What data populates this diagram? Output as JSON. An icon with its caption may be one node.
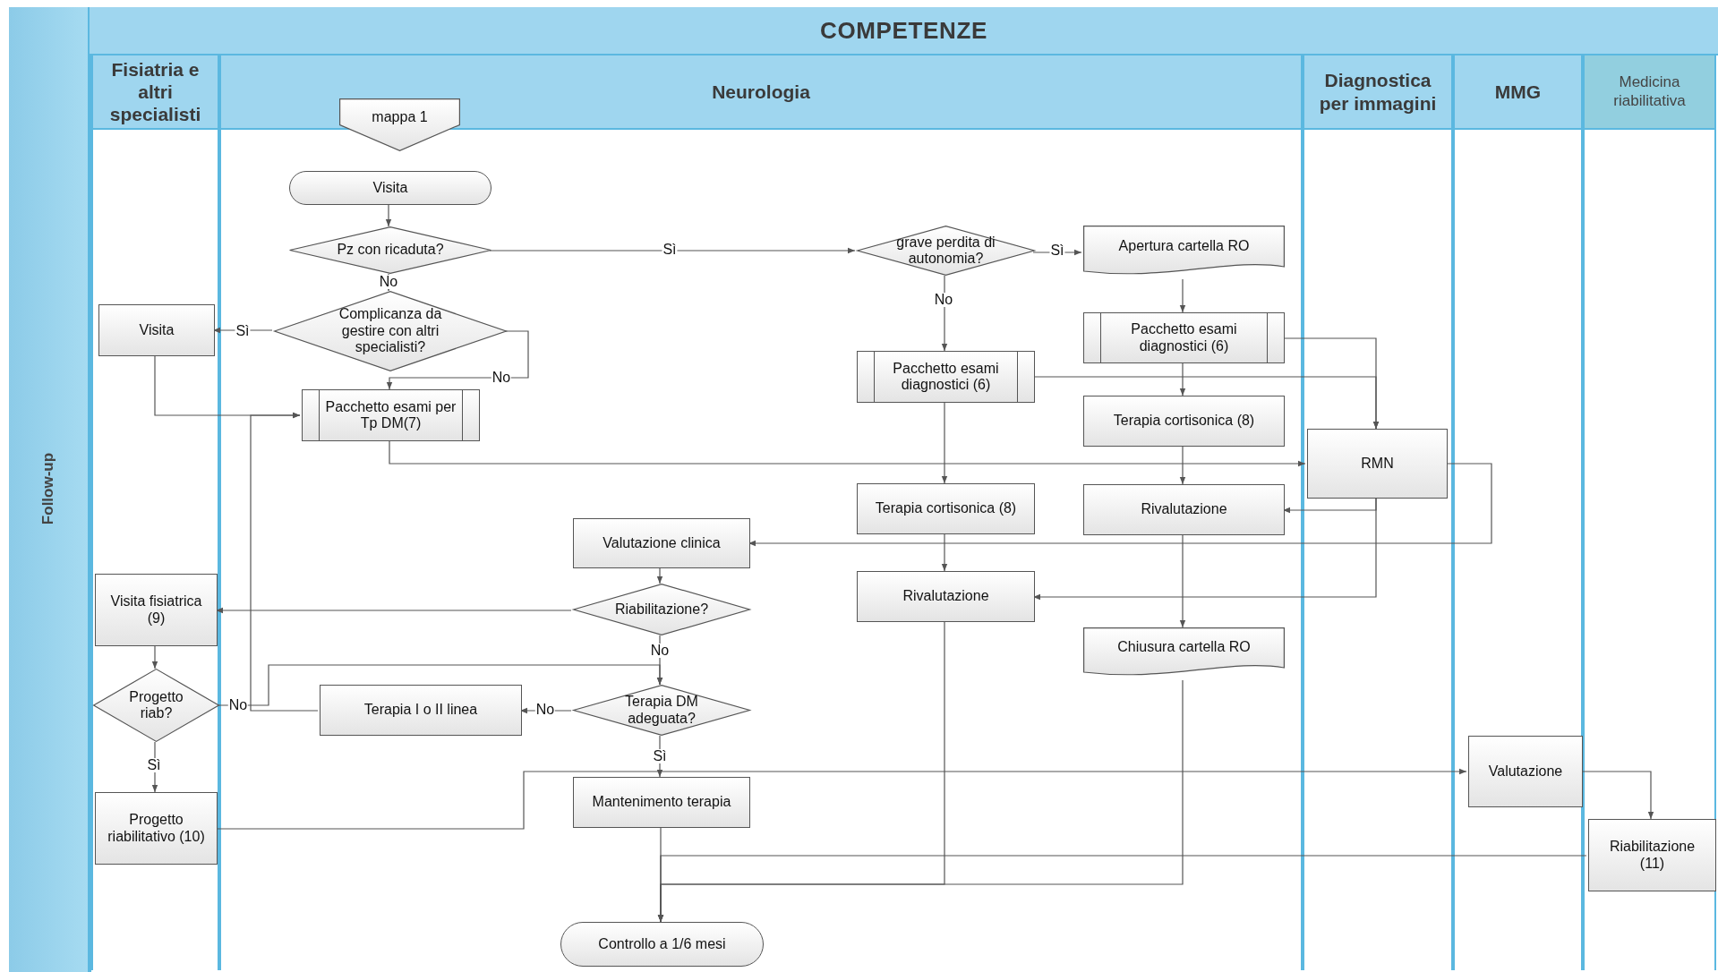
{
  "diagram": {
    "nodes": [
      {
        "text": [
          "Follow-up"
        ]
      },
      {
        "text": [
          "COMPETENZE"
        ],
        "in": 0
      },
      {
        "text": [
          "Fisiatria e altri specialisti"
        ],
        "in": 1
      },
      {
        "text": [
          "Neurologia"
        ],
        "in": 1
      },
      {
        "text": [
          "Diagnostica per immagini"
        ],
        "in": 1
      },
      {
        "text": [
          "MMG"
        ],
        "in": 1
      },
      {
        "text": [
          "Medicina riabilitativa"
        ],
        "in": 1
      },
      {
        "text": [
          "mappa 1"
        ],
        "in": 3
      },
      {
        "text": [
          "Visita"
        ],
        "in": 3
      },
      {
        "text": [
          "Pz con ricaduta?"
        ],
        "in": 3
      },
      {
        "text": [
          "grave perdita di autonomia?"
        ],
        "in": 3
      },
      {
        "text": [
          "Apertura cartella RO"
        ],
        "in": 3
      },
      {
        "text": [
          "Visita"
        ],
        "in": 2
      },
      {
        "text": [
          "Complicanza da gestire con altri specialisti?"
        ],
        "in": 3
      },
      {
        "text": [
          "Pacchetto esami diagnostici (6)"
        ],
        "in": 3
      },
      {
        "text": [
          "Pacchetto esami diagnostici (6)"
        ],
        "in": 3
      },
      {
        "text": [
          "Pacchetto esami per Tp DM(7)"
        ],
        "in": 3
      },
      {
        "text": [
          "Terapia cortisonica (8)"
        ],
        "in": 3
      },
      {
        "text": [
          "RMN"
        ],
        "in": 4
      },
      {
        "text": [
          "Terapia cortisonica (8)"
        ],
        "in": 3
      },
      {
        "text": [
          "Rivalutazione"
        ],
        "in": 3
      },
      {
        "text": [
          "Valutazione clinica"
        ],
        "in": 3
      },
      {
        "text": [
          "Visita fisiatrica (9)"
        ],
        "in": 2
      },
      {
        "text": [
          "Riabilitazione?"
        ],
        "in": 3
      },
      {
        "text": [
          "Rivalutazione"
        ],
        "in": 3
      },
      {
        "text": [
          "Chiusura cartella RO"
        ],
        "in": 3
      },
      {
        "text": [
          "Progetto riab?"
        ],
        "in": 2
      },
      {
        "text": [
          "Terapia I o II linea"
        ],
        "in": 3
      },
      {
        "text": [
          "Terapia DM adeguata?"
        ],
        "in": 3
      },
      {
        "text": [
          "Valutazione"
        ],
        "in": 5
      },
      {
        "text": [
          "Progetto riabilitativo (10)"
        ],
        "in": 2
      },
      {
        "text": [
          "Mantenimento terapia"
        ],
        "in": 3
      },
      {
        "text": [
          "Riabilitazione (11)"
        ],
        "in": 6
      },
      {
        "text": [
          "Controllo a 1/6 mesi"
        ],
        "in": 3
      }
    ],
    "edges": [
      {
        "from": 8,
        "to": 9,
        "arrow": "to"
      },
      {
        "from": 9,
        "to": 10,
        "arrow": "to",
        "label": "Sì"
      },
      {
        "from": 10,
        "to": 11,
        "arrow": "to",
        "label": "Sì"
      },
      {
        "from": 9,
        "to": 13,
        "arrow": "to",
        "label": "No"
      },
      {
        "from": 13,
        "to": 12,
        "arrow": "to",
        "label": "Sì"
      },
      {
        "from": 13,
        "to": 16,
        "arrow": "to",
        "label": "No"
      },
      {
        "from": 12,
        "to": 16,
        "arrow": "to"
      },
      {
        "from": 10,
        "to": 15,
        "arrow": "to",
        "label": "No"
      },
      {
        "from": 11,
        "to": 14,
        "arrow": "to"
      },
      {
        "from": 14,
        "to": 18,
        "arrow": "to"
      },
      {
        "from": 15,
        "to": 18,
        "arrow": "to"
      },
      {
        "from": 14,
        "to": 17,
        "arrow": "to"
      },
      {
        "from": 16,
        "to": 18,
        "arrow": "to"
      },
      {
        "from": 15,
        "to": 19,
        "arrow": "to"
      },
      {
        "from": 17,
        "to": 20,
        "arrow": "to"
      },
      {
        "from": 18,
        "to": 20,
        "arrow": "to"
      },
      {
        "from": 18,
        "to": 24,
        "arrow": "to"
      },
      {
        "from": 18,
        "to": 21,
        "arrow": "to"
      },
      {
        "from": 19,
        "to": 24,
        "arrow": "to"
      },
      {
        "from": 20,
        "to": 25,
        "arrow": "to"
      },
      {
        "from": 21,
        "to": 23,
        "arrow": "to"
      },
      {
        "from": 23,
        "to": 22,
        "arrow": "to"
      },
      {
        "from": 23,
        "to": 28,
        "arrow": "to",
        "label": "No"
      },
      {
        "from": 26,
        "to": 28,
        "arrow": "to",
        "label": "No"
      },
      {
        "from": 27,
        "to": 16,
        "arrow": "to"
      },
      {
        "from": 28,
        "to": 27,
        "arrow": "to",
        "label": "No"
      },
      {
        "from": 28,
        "to": 31,
        "arrow": "to",
        "label": "Sì"
      },
      {
        "from": 30,
        "to": 29,
        "arrow": "to"
      },
      {
        "from": 26,
        "to": 30,
        "arrow": "to",
        "label": "Sì"
      },
      {
        "from": 22,
        "to": 26,
        "arrow": "to"
      },
      {
        "from": 29,
        "to": 32,
        "arrow": "to"
      },
      {
        "from": 31,
        "to": 33,
        "arrow": "to"
      },
      {
        "from": 32,
        "to": 33,
        "arrow": "to"
      },
      {
        "from": 24,
        "to": 33,
        "arrow": "to"
      },
      {
        "from": 25,
        "to": 33,
        "arrow": "to"
      }
    ]
  }
}
